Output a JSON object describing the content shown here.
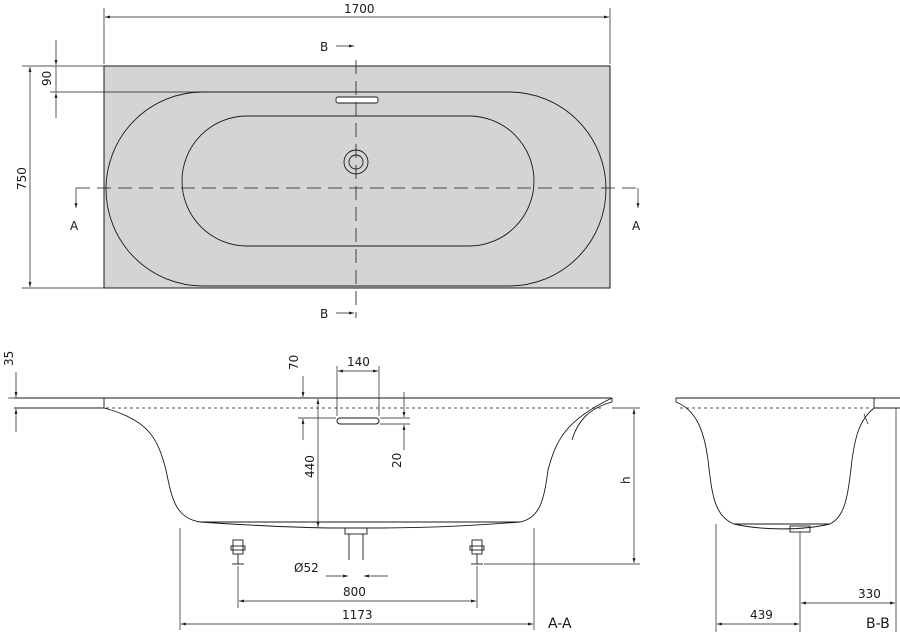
{
  "top_view": {
    "dim_width": "1700",
    "dim_depth": "750",
    "dim_rim": "90",
    "section_b_top": "B",
    "section_b_bottom": "B",
    "section_a_left": "A",
    "section_a_right": "A",
    "fill_color": "#d4d4d4"
  },
  "section_aa": {
    "dim_rim_height": "35",
    "dim_overflow_depth": "70",
    "dim_overflow_width": "140",
    "dim_overflow_height": "20",
    "dim_inner_depth": "440",
    "dim_h": "h",
    "dim_drain": "Ø52",
    "dim_feet_spacing": "800",
    "dim_length": "1173",
    "label": "A-A"
  },
  "section_bb": {
    "dim_330": "330",
    "dim_439": "439",
    "label": "B-B"
  }
}
